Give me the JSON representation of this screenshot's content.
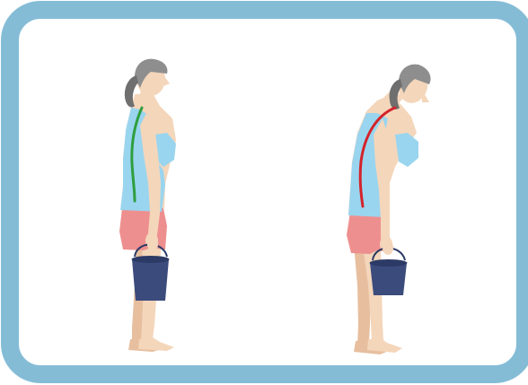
{
  "colors": {
    "frame_border": "#84bcd6",
    "card_background": "#ffffff",
    "skin": "#f4d6bb",
    "skin_shadow": "#e7bf9f",
    "hair": "#8e8e8e",
    "hair_dark": "#6f6f6f",
    "tank_top": "#9ad5ef",
    "shorts": "#ee8f8f",
    "bucket": "#3b4b7c",
    "bucket_rim": "#2c3a66",
    "spine_good": "#2f9e3f",
    "spine_bad": "#d4232a"
  },
  "figures": [
    {
      "posture": "upright",
      "spine_state": "good"
    },
    {
      "posture": "bent-forward",
      "spine_state": "bad"
    }
  ]
}
